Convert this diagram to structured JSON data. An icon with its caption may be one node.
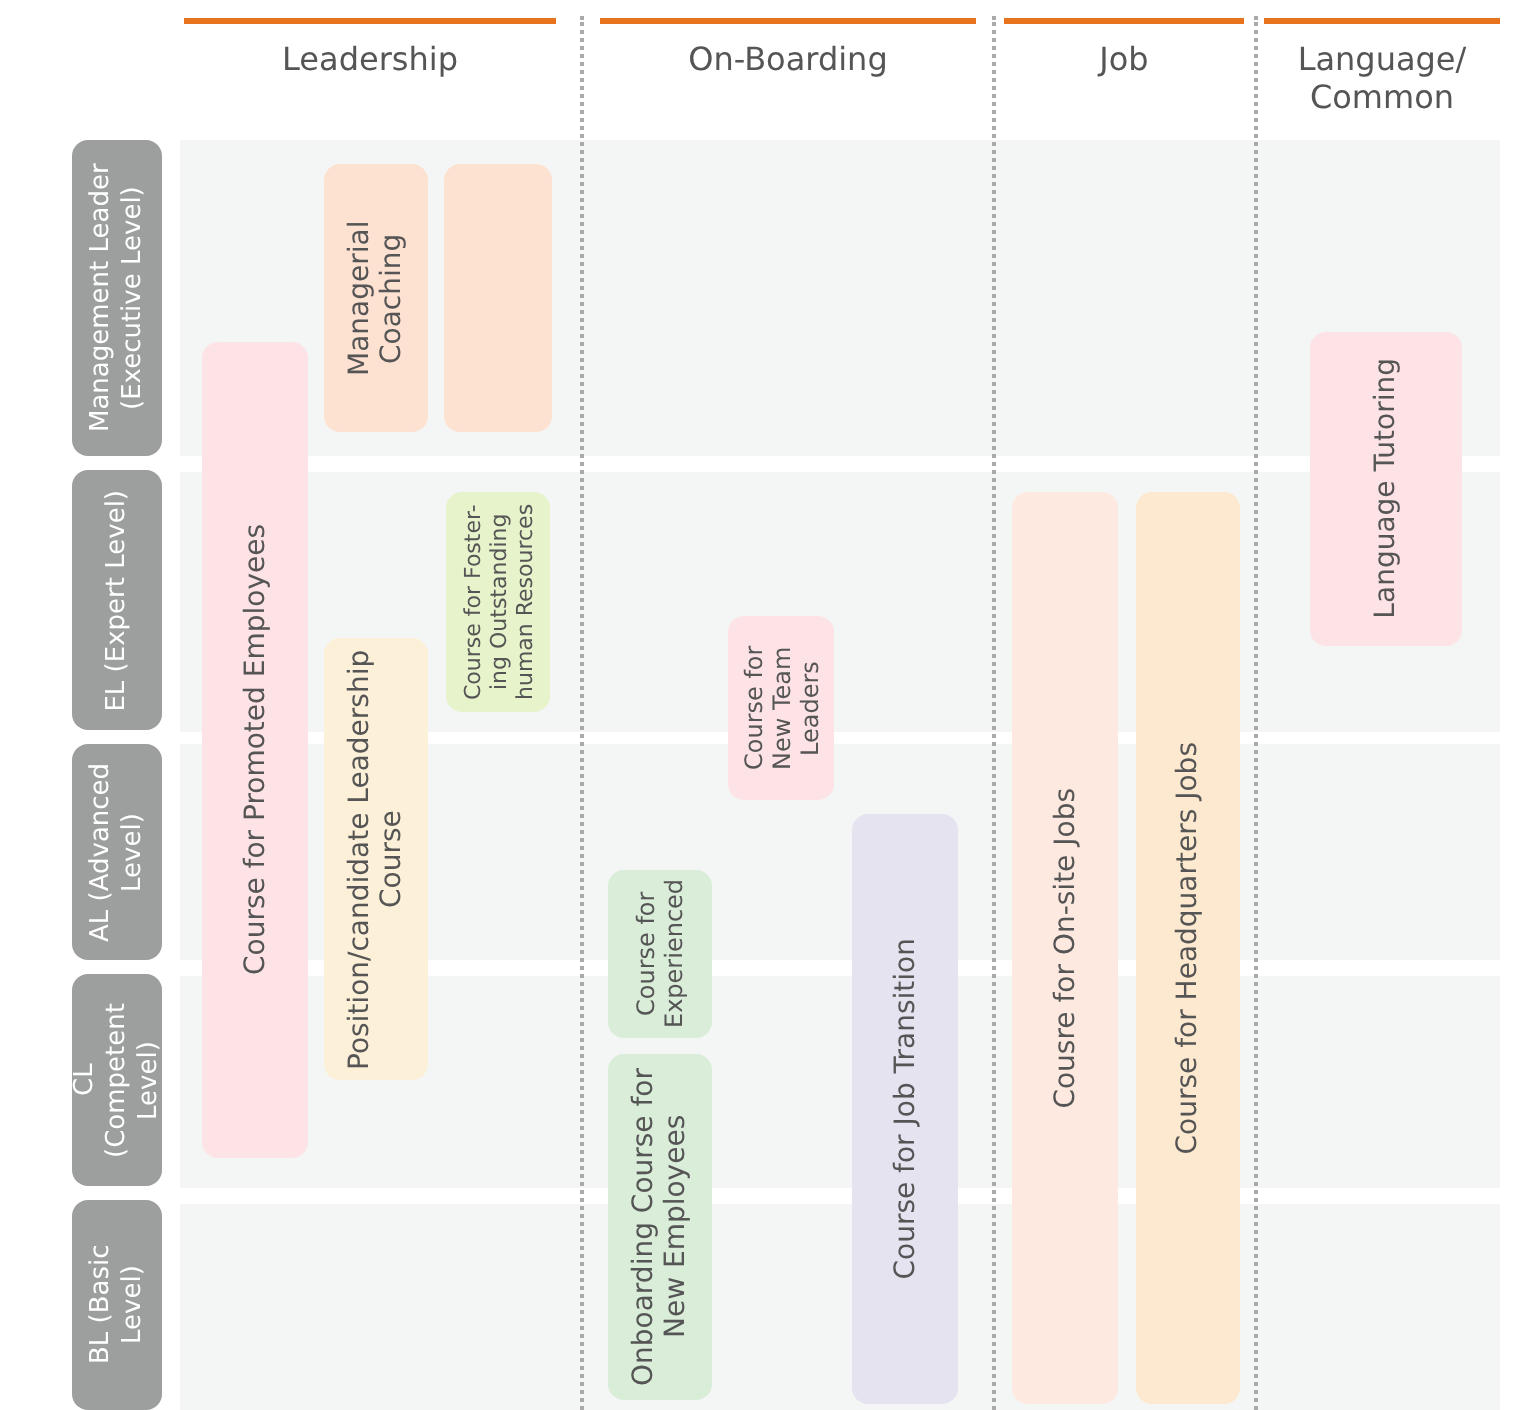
{
  "diagram": {
    "nodes": [
      {
        "text": [
          "Management Leader (Executive Level)"
        ]
      },
      {
        "text": [
          "EL (Expert Level)"
        ]
      },
      {
        "text": [
          "AL (Advanced Level)"
        ]
      },
      {
        "text": [
          "CL (Competent Level)"
        ]
      },
      {
        "text": [
          "BL (Basic Level)"
        ]
      },
      {
        "text": [
          "Managerial Coaching"
        ]
      },
      {
        "text": [],
        "shape": "box"
      },
      {
        "text": [
          "Course for Promoted Employees"
        ]
      },
      {
        "text": [
          "Language Tutoring"
        ]
      },
      {
        "text": [
          "Course for Foster-ing Outstanding human Resources"
        ]
      },
      {
        "text": [
          "Cousre for On-site Jobs"
        ]
      },
      {
        "text": [
          "Course for Headquarters Jobs"
        ]
      },
      {
        "text": [
          "Course for New Team Leaders"
        ]
      },
      {
        "text": [
          "Position/candidate Leadership Course"
        ]
      },
      {
        "text": [
          "Course for Job Transition"
        ]
      },
      {
        "text": [
          "Course for Experienced"
        ]
      },
      {
        "text": [
          "Onboarding Course for New Employees"
        ]
      }
    ],
    "labels": [
      "Leadership",
      "On-Boarding",
      "Job",
      "Language/ Common"
    ]
  }
}
